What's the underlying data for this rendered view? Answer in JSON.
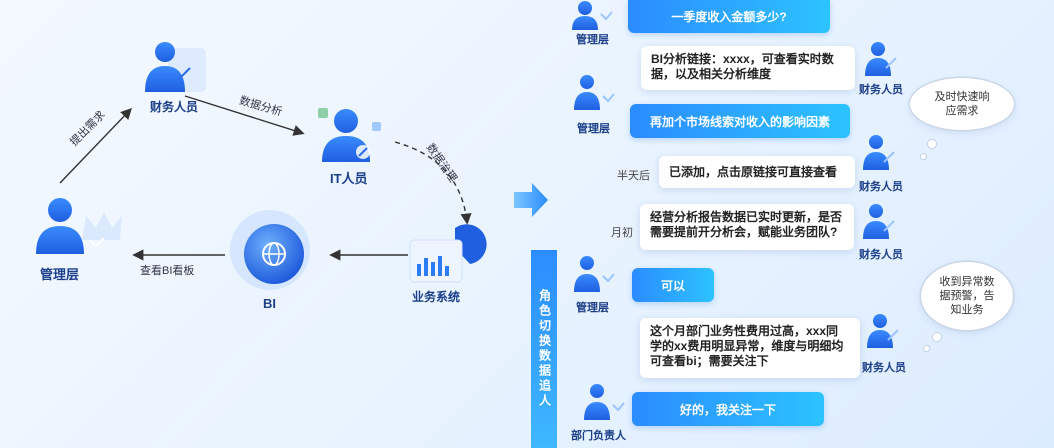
{
  "left": {
    "roles": {
      "finance": "财务人员",
      "it": "IT人员",
      "management": "管理层",
      "business_system": "业务系统",
      "bi": "BI"
    },
    "edges": {
      "submit_request": "提出需求",
      "data_analysis": "数据分析",
      "data_governance": "数据治理",
      "view_bi": "查看BI看板"
    }
  },
  "banner": "角色切换数据追人",
  "chat": {
    "r1_role": "管理层",
    "r1_msg": "一季度收入金额多少?",
    "r2_role": "财务人员",
    "r2_msg": "BI分析链接：xxxx，可查看实时数据，以及相关分析维度",
    "r3_role": "管理层",
    "r3_msg": "再加个市场线索对收入的影响因素",
    "r4_time": "半天后",
    "r4_msg": "已添加，点击原链接可直接查看",
    "r4_role": "财务人员",
    "r5_time": "月初",
    "r5_msg": "经营分析报告数据已实时更新，是否需要提前开分析会，赋能业务团队?",
    "r5_role": "财务人员",
    "r6_role": "管理层",
    "r6_msg": "可以",
    "r7_msg": "这个月部门业务性费用过高，xxx同学的xx费用明显异常，维度与明细均可查看bi；需要关注下",
    "r7_role": "财务人员",
    "r8_role": "部门负责人",
    "r8_msg": "好的，我关注一下",
    "cloud1": "及时快速响应需求",
    "cloud2": "收到异常数据预警，告知业务"
  },
  "colors": {
    "primary": "#2b7df5",
    "accent": "#2cc3ff",
    "label": "#1c3f8a"
  },
  "icons": [
    "person-icon",
    "crown-icon",
    "pen-icon",
    "wrench-icon",
    "globe-icon",
    "bar-chart-icon",
    "arrow-right-icon"
  ]
}
